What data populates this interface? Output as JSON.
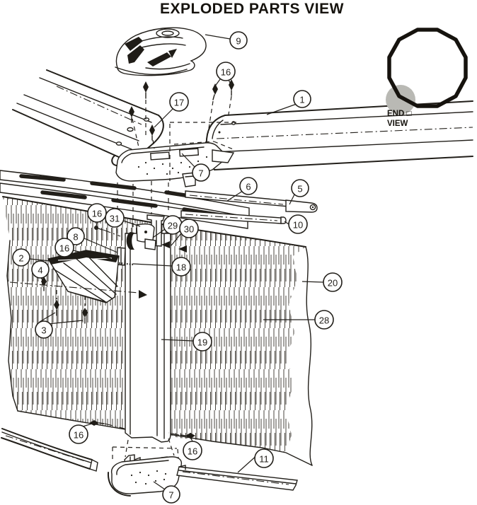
{
  "title": "EXPLODED PARTS VIEW",
  "end_view": {
    "line1": "END □",
    "line2": "VIEW"
  },
  "callouts": [
    {
      "label": "9"
    },
    {
      "label": "16"
    },
    {
      "label": "17"
    },
    {
      "label": "1"
    },
    {
      "label": "7"
    },
    {
      "label": "6"
    },
    {
      "label": "5"
    },
    {
      "label": "10"
    },
    {
      "label": "16"
    },
    {
      "label": "31"
    },
    {
      "label": "29"
    },
    {
      "label": "30"
    },
    {
      "label": "8"
    },
    {
      "label": "16"
    },
    {
      "label": "2"
    },
    {
      "label": "4"
    },
    {
      "label": "18"
    },
    {
      "label": "20"
    },
    {
      "label": "3"
    },
    {
      "label": "28"
    },
    {
      "label": "19"
    },
    {
      "label": "16"
    },
    {
      "label": "16"
    },
    {
      "label": "11"
    },
    {
      "label": "7"
    }
  ]
}
